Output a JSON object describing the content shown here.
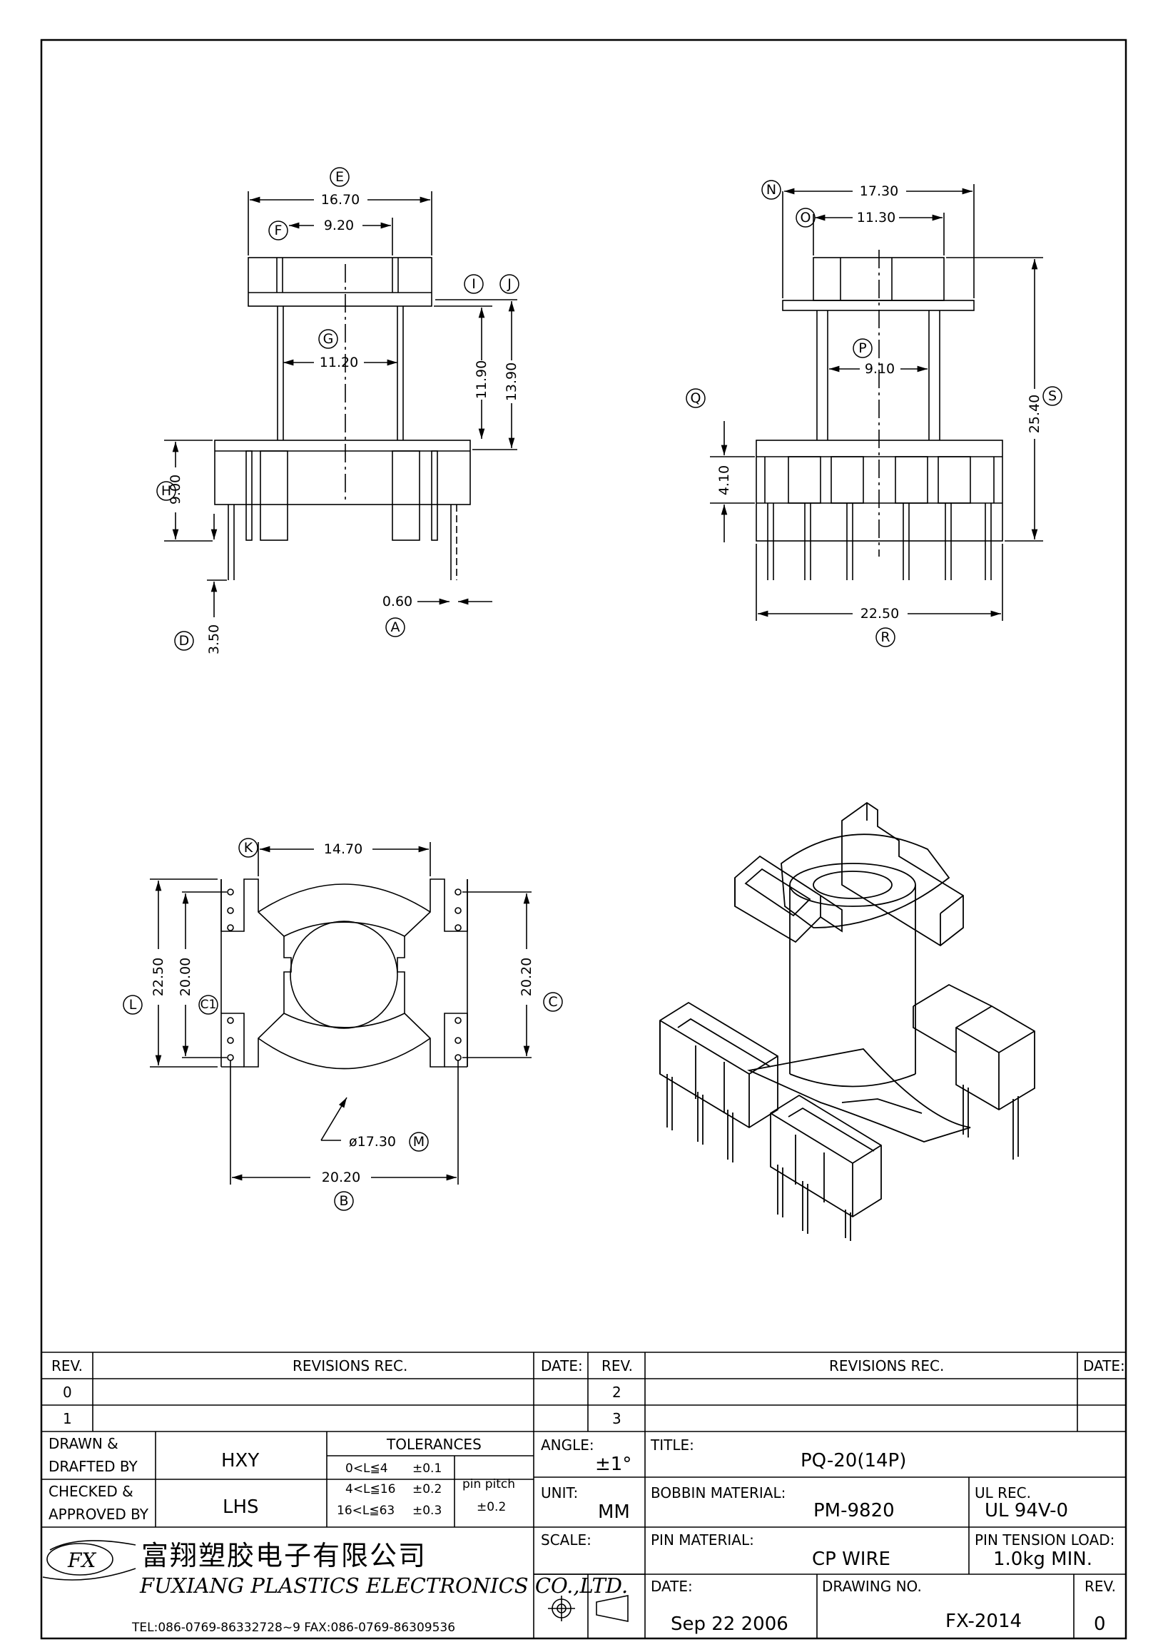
{
  "labels": {
    "A": "A",
    "B": "B",
    "C": "C",
    "C1": "C1",
    "D": "D",
    "E": "E",
    "F": "F",
    "G": "G",
    "H": "H",
    "I": "I",
    "J": "J",
    "K": "K",
    "L": "L",
    "M": "M",
    "N": "N",
    "O": "O",
    "P": "P",
    "Q": "Q",
    "R": "R",
    "S": "S"
  },
  "dims": {
    "E": "16.70",
    "F": "9.20",
    "G": "11.20",
    "I": "11.90",
    "J": "13.90",
    "H": "9.00",
    "D": "3.50",
    "A": "0.60",
    "N": "17.30",
    "O": "11.30",
    "P": "9.10",
    "S": "25.40",
    "Q": "4.10",
    "R": "22.50",
    "K": "14.70",
    "L": "22.50",
    "C1": "20.00",
    "C": "20.20",
    "B": "20.20",
    "M": "ø17.30"
  },
  "revisions": {
    "rev_header": "REV.",
    "rec_header": "REVISIONS   REC.",
    "date_header": "DATE:",
    "left_revs": [
      "0",
      "1"
    ],
    "right_revs": [
      "2",
      "3"
    ]
  },
  "title_block": {
    "drawn_label_1": "DRAWN  &",
    "drawn_label_2": "DRAFTED BY",
    "drawn_value": "HXY",
    "checked_label_1": "CHECKED  &",
    "checked_label_2": "APPROVED BY",
    "checked_value": "LHS",
    "tolerances_label": "TOLERANCES",
    "tol_rows": [
      [
        "0<L≦4",
        "±0.1"
      ],
      [
        "4<L≦16",
        "±0.2"
      ],
      [
        "16<L≦63",
        "±0.3"
      ]
    ],
    "pin_pitch_label": "pin  pitch",
    "pin_pitch_value": "±0.2",
    "angle_label": "ANGLE:",
    "angle_value": "±1°",
    "unit_label": "UNIT:",
    "unit_value": "MM",
    "scale_label": "SCALE:",
    "title_label": "TITLE:",
    "title_value": "PQ-20(14P)",
    "bobbin_label": "BOBBIN  MATERIAL:",
    "bobbin_value": "PM-9820",
    "ul_label": "UL  REC.",
    "ul_value": "UL  94V-0",
    "pin_material_label": "PIN  MATERIAL:",
    "pin_material_value": "CP  WIRE",
    "pin_tension_label": "PIN  TENSION  LOAD:",
    "pin_tension_value": "1.0kg  MIN.",
    "date_label": "DATE:",
    "date_value": "Sep  22  2006",
    "drawing_no_label": "DRAWING  NO.",
    "drawing_no_value": "FX-2014",
    "rev_label": "REV.",
    "rev_value": "0",
    "company_cn": "富翔塑胶电子有限公司",
    "company_en": "FUXIANG PLASTICS ELECTRONICS CO.,LTD.",
    "contact": "TEL:086-0769-86332728~9   FAX:086-0769-86309536",
    "logo_text": "FX"
  }
}
